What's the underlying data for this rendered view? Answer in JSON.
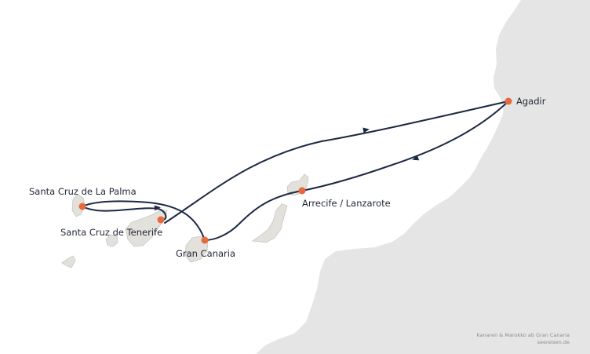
{
  "colors": {
    "land": "#e5e5e5",
    "island": "#e3e1dc",
    "island_stroke": "#c9c6bf",
    "route": "#1c2a42",
    "port": "#e8693b",
    "label": "#1f2533",
    "credit": "#8a8f96"
  },
  "ports": [
    {
      "id": "santa-cruz-de-la-palma",
      "label": "Santa Cruz de La Palma"
    },
    {
      "id": "santa-cruz-de-tenerife",
      "label": "Santa Cruz de Tenerife"
    },
    {
      "id": "gran-canaria",
      "label": "Gran Canaria"
    },
    {
      "id": "arrecife-lanzarote",
      "label": "Arrecife / Lanzarote"
    },
    {
      "id": "agadir",
      "label": "Agadir"
    }
  ],
  "credit": {
    "line1": "Kanaren & Marokko ab Gran Canaria",
    "line2": "seereisen.de"
  }
}
